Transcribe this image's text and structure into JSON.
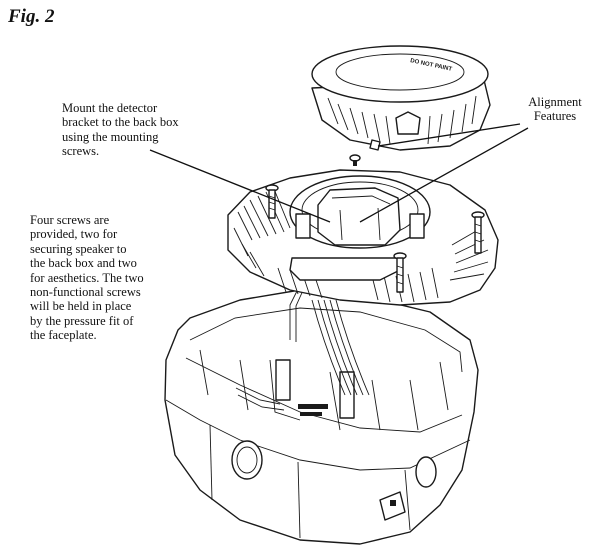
{
  "figure": {
    "title": "Fig. 2"
  },
  "callouts": {
    "mount": "Mount the detector\nbracket to the back box\nusing the mounting\nscrews.",
    "alignment": "Alignment\nFeatures",
    "screws": "Four screws are\nprovided, two for\nsecuring speaker to\nthe back box and two\nfor aesthetics. The two\nnon-functional screws\nwill be held in place\nby the pressure fit of\nthe faceplate."
  },
  "detector_label": "DO NOT PAINT"
}
